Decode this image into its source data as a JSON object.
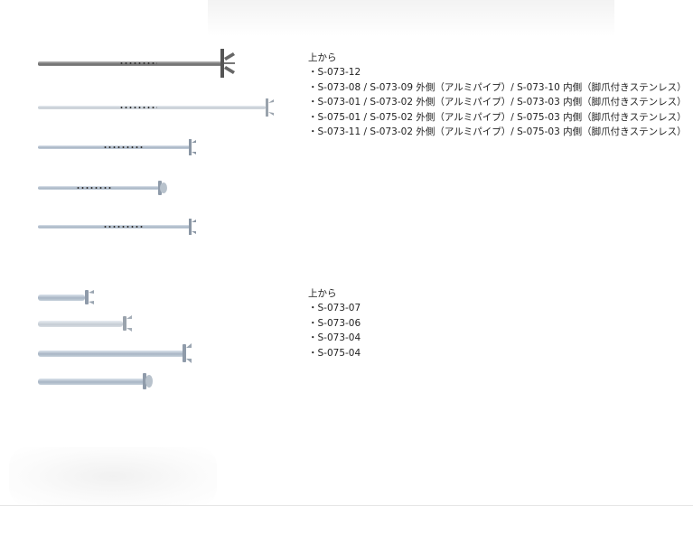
{
  "section1": {
    "heading": "上から",
    "items": [
      "・S-073-12",
      "・S-073-08 / S-073-09 外側（アルミパイプ）/ S-073-10 内側（脚爪付きステンレス）",
      "・S-073-01 / S-073-02 外側（アルミパイプ）/ S-073-03 内側（脚爪付きステンレス）",
      "・S-075-01 / S-075-02 外側（アルミパイプ）/ S-075-03 内側（脚爪付きステンレス）",
      "・S-073-11 / S-073-02 外側（アルミパイプ）/ S-075-03 内側（脚爪付きステンレス）"
    ]
  },
  "section2": {
    "heading": "上から",
    "items": [
      "・S-073-07",
      "・S-073-06",
      "・S-073-04",
      "・S-075-04"
    ]
  },
  "colors": {
    "dark_rod": "#6e6e6e",
    "light_rod": "#c5ccd4",
    "blue_rod": "#a8b5c4",
    "text": "#222222"
  }
}
